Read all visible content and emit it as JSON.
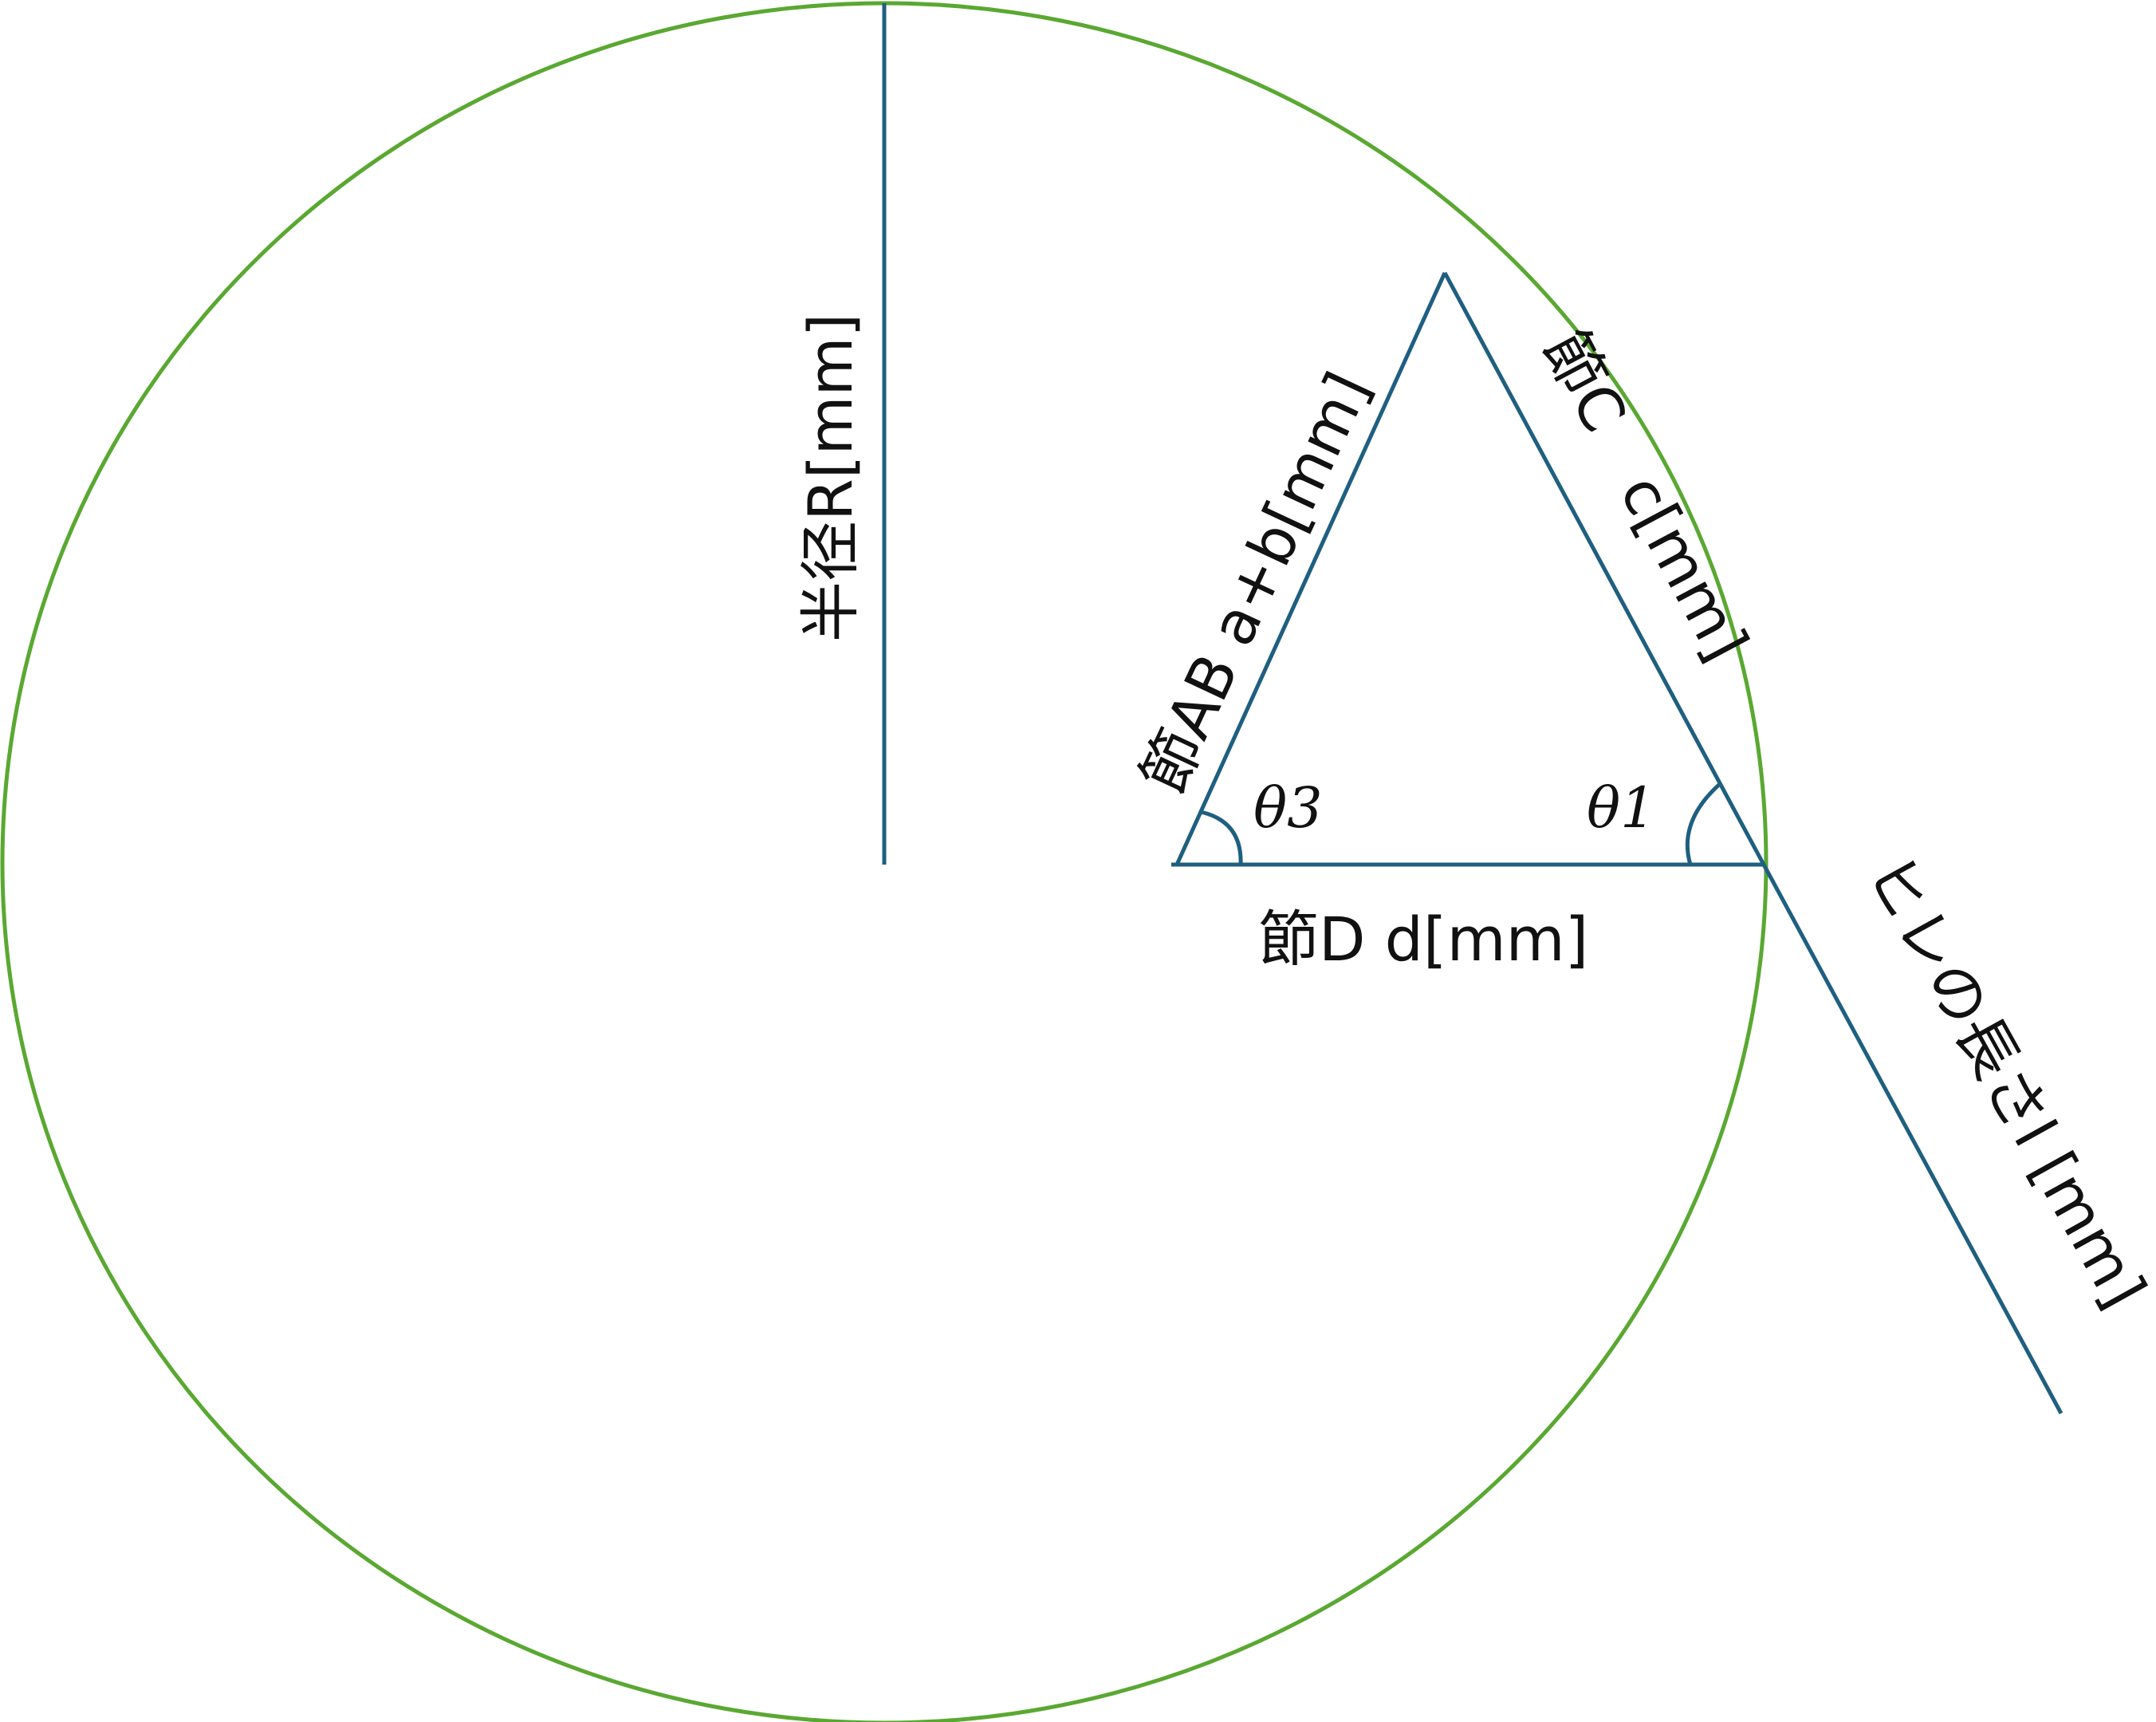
{
  "colors": {
    "circle": "#5aa832",
    "lines": "#1f5f80",
    "text": "#111111",
    "background": "#ffffff"
  },
  "labels": {
    "radius": "半径R[mm]",
    "link_ab": "節AB a+b[mm]",
    "link_c": "節C　c[mm]",
    "link_d": "節D d[mm]",
    "fin_length": "ヒレの長さl [mm]",
    "theta1": "θ1",
    "theta3": "θ3"
  }
}
